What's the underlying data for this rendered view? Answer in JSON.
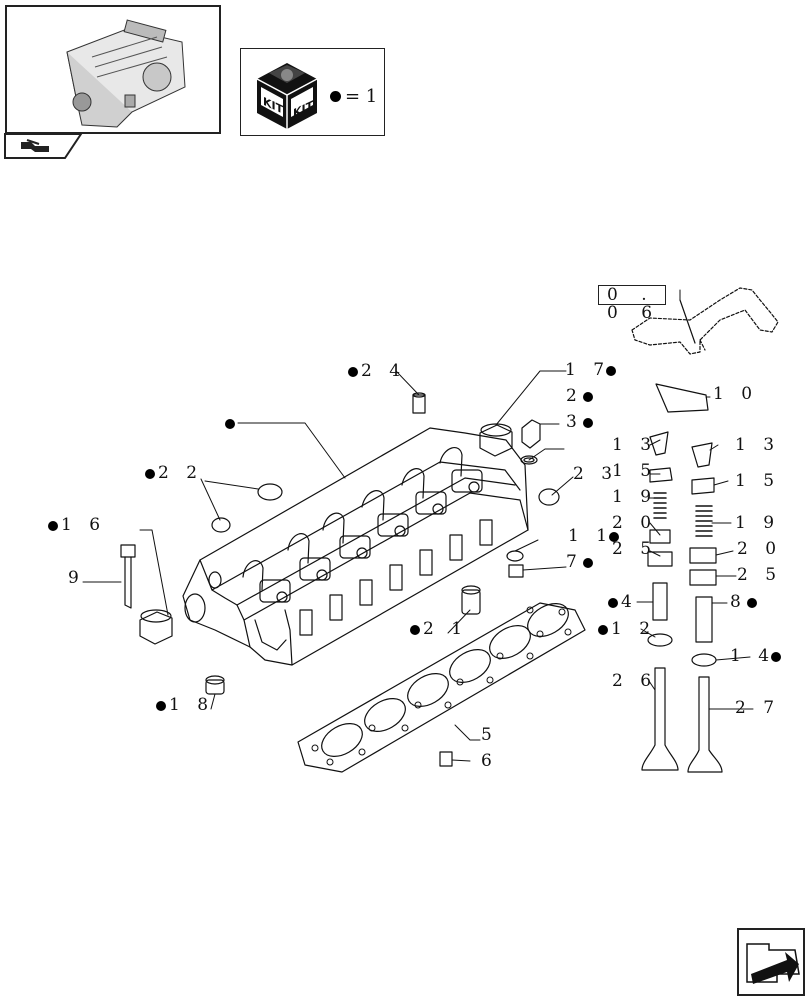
{
  "header": {
    "kit_label_left": "KIT",
    "kit_label_right": "KIT",
    "kit_legend_value": "= 1"
  },
  "reference_box": {
    "label": "0 . 0 6"
  },
  "callouts": [
    {
      "id": "c1",
      "label": "",
      "bullet": "before"
    },
    {
      "id": "c24",
      "label": "2 4",
      "bullet": "before"
    },
    {
      "id": "c17",
      "label": "1 7",
      "bullet": "after"
    },
    {
      "id": "c2",
      "label": "2",
      "bullet": "after"
    },
    {
      "id": "c3",
      "label": "3",
      "bullet": "after"
    },
    {
      "id": "c22",
      "label": "2 2",
      "bullet": "before"
    },
    {
      "id": "c23",
      "label": "2 3",
      "bullet": "none"
    },
    {
      "id": "c16",
      "label": "1 6",
      "bullet": "before"
    },
    {
      "id": "c9",
      "label": "9",
      "bullet": "none"
    },
    {
      "id": "c11",
      "label": "1 1",
      "bullet": "after"
    },
    {
      "id": "c7",
      "label": "7",
      "bullet": "after"
    },
    {
      "id": "c21",
      "label": "2 1",
      "bullet": "before"
    },
    {
      "id": "c18",
      "label": "1 8",
      "bullet": "before"
    },
    {
      "id": "c5",
      "label": "5",
      "bullet": "none"
    },
    {
      "id": "c6",
      "label": "6",
      "bullet": "none"
    },
    {
      "id": "c10",
      "label": "1 0",
      "bullet": "none"
    },
    {
      "id": "c13a",
      "label": "1 3",
      "bullet": "none"
    },
    {
      "id": "c13b",
      "label": "1 3",
      "bullet": "none"
    },
    {
      "id": "c15a",
      "label": "1 5",
      "bullet": "none"
    },
    {
      "id": "c15b",
      "label": "1 5",
      "bullet": "none"
    },
    {
      "id": "c19a",
      "label": "1 9",
      "bullet": "none"
    },
    {
      "id": "c19b",
      "label": "1 9",
      "bullet": "none"
    },
    {
      "id": "c20a",
      "label": "2 0",
      "bullet": "none"
    },
    {
      "id": "c20b",
      "label": "2 0",
      "bullet": "none"
    },
    {
      "id": "c25a",
      "label": "2 5",
      "bullet": "none"
    },
    {
      "id": "c25b",
      "label": "2 5",
      "bullet": "none"
    },
    {
      "id": "c4",
      "label": "4",
      "bullet": "before"
    },
    {
      "id": "c8",
      "label": "8",
      "bullet": "after"
    },
    {
      "id": "c12",
      "label": "1 2",
      "bullet": "before"
    },
    {
      "id": "c14",
      "label": "1 4",
      "bullet": "after"
    },
    {
      "id": "c26",
      "label": "2 6",
      "bullet": "none"
    },
    {
      "id": "c27",
      "label": "2 7",
      "bullet": "none"
    }
  ],
  "colors": {
    "line": "#111111",
    "background": "#ffffff"
  },
  "icons": {
    "thumbnail": "engine-thumbnail-icon",
    "nav_tab": "engine-nav-icon",
    "kit": "kit-box-icon",
    "next": "next-page-arrow-icon"
  }
}
